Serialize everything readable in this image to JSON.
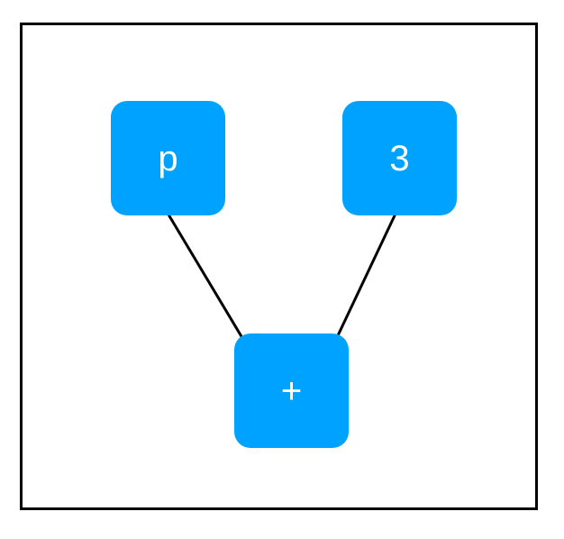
{
  "diagram": {
    "node_color": "#00A2FF",
    "node_text_color": "#FFFFFF",
    "border_color": "#000000",
    "arrow_color": "#000000",
    "nodes": {
      "p": {
        "label": "p"
      },
      "three": {
        "label": "3"
      },
      "plus": {
        "label": "+"
      }
    },
    "edges": [
      {
        "from": "p",
        "to": "+"
      },
      {
        "from": "3",
        "to": "+"
      }
    ]
  }
}
